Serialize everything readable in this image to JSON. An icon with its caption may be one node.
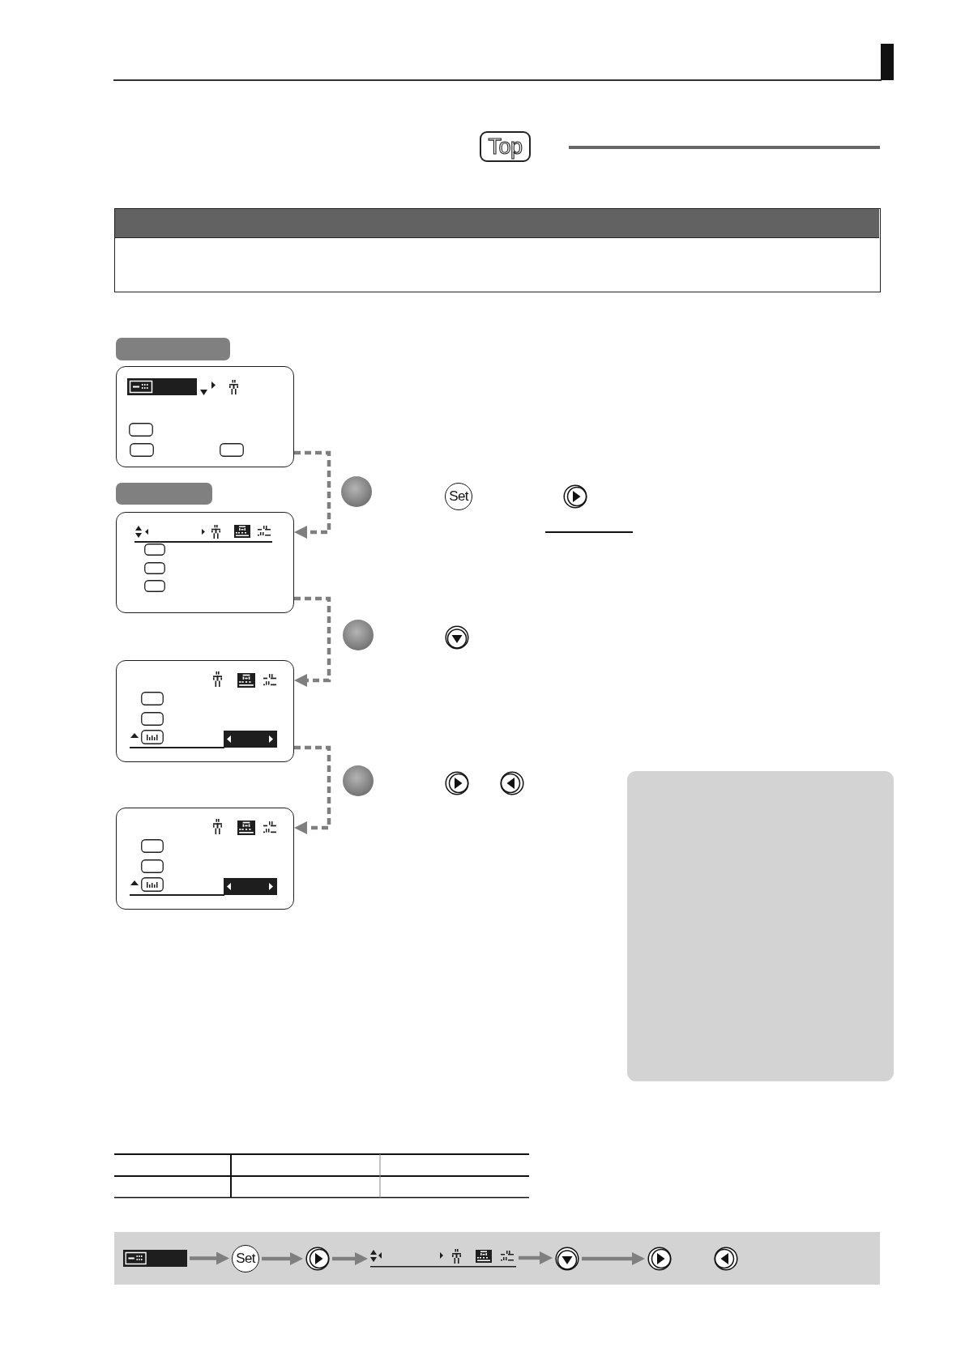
{
  "diagram": {
    "nodes": [
      {
        "text": [],
        "shape": "band"
      },
      {
        "text": [],
        "shape": "picture"
      },
      {
        "text": [],
        "shape": "band"
      },
      {
        "text": [],
        "shape": "picture"
      },
      {
        "text": [],
        "shape": "picture"
      },
      {
        "text": [],
        "shape": "picture"
      },
      {
        "text": [
          "Set"
        ]
      },
      {
        "text": [],
        "shape": "circle"
      },
      {
        "text": [],
        "shape": "circle"
      },
      {
        "text": [],
        "shape": "circle"
      },
      {
        "text": [],
        "shape": "circle"
      },
      {
        "text": [],
        "shape": "picture"
      },
      {
        "text": [
          "Set"
        ]
      },
      {
        "text": [],
        "shape": "circle"
      },
      {
        "text": [],
        "shape": "picture"
      },
      {
        "text": [],
        "shape": "circle"
      },
      {
        "text": [],
        "shape": "circle"
      },
      {
        "text": [],
        "shape": "circle"
      }
    ],
    "edges": [
      {
        "from": 1,
        "to": 3,
        "arrow": "to",
        "style": "dashed"
      },
      {
        "from": 3,
        "to": 4,
        "arrow": "to",
        "style": "dashed"
      },
      {
        "from": 4,
        "to": 5,
        "arrow": "to",
        "style": "dashed"
      },
      {
        "from": 11,
        "to": 12,
        "arrow": "to"
      },
      {
        "from": 12,
        "to": 13,
        "arrow": "to"
      },
      {
        "from": 13,
        "to": 14,
        "arrow": "to"
      },
      {
        "from": 14,
        "to": 15,
        "arrow": "to"
      },
      {
        "from": 15,
        "to": 16,
        "arrow": "to"
      }
    ],
    "labels": [
      "Top"
    ]
  }
}
